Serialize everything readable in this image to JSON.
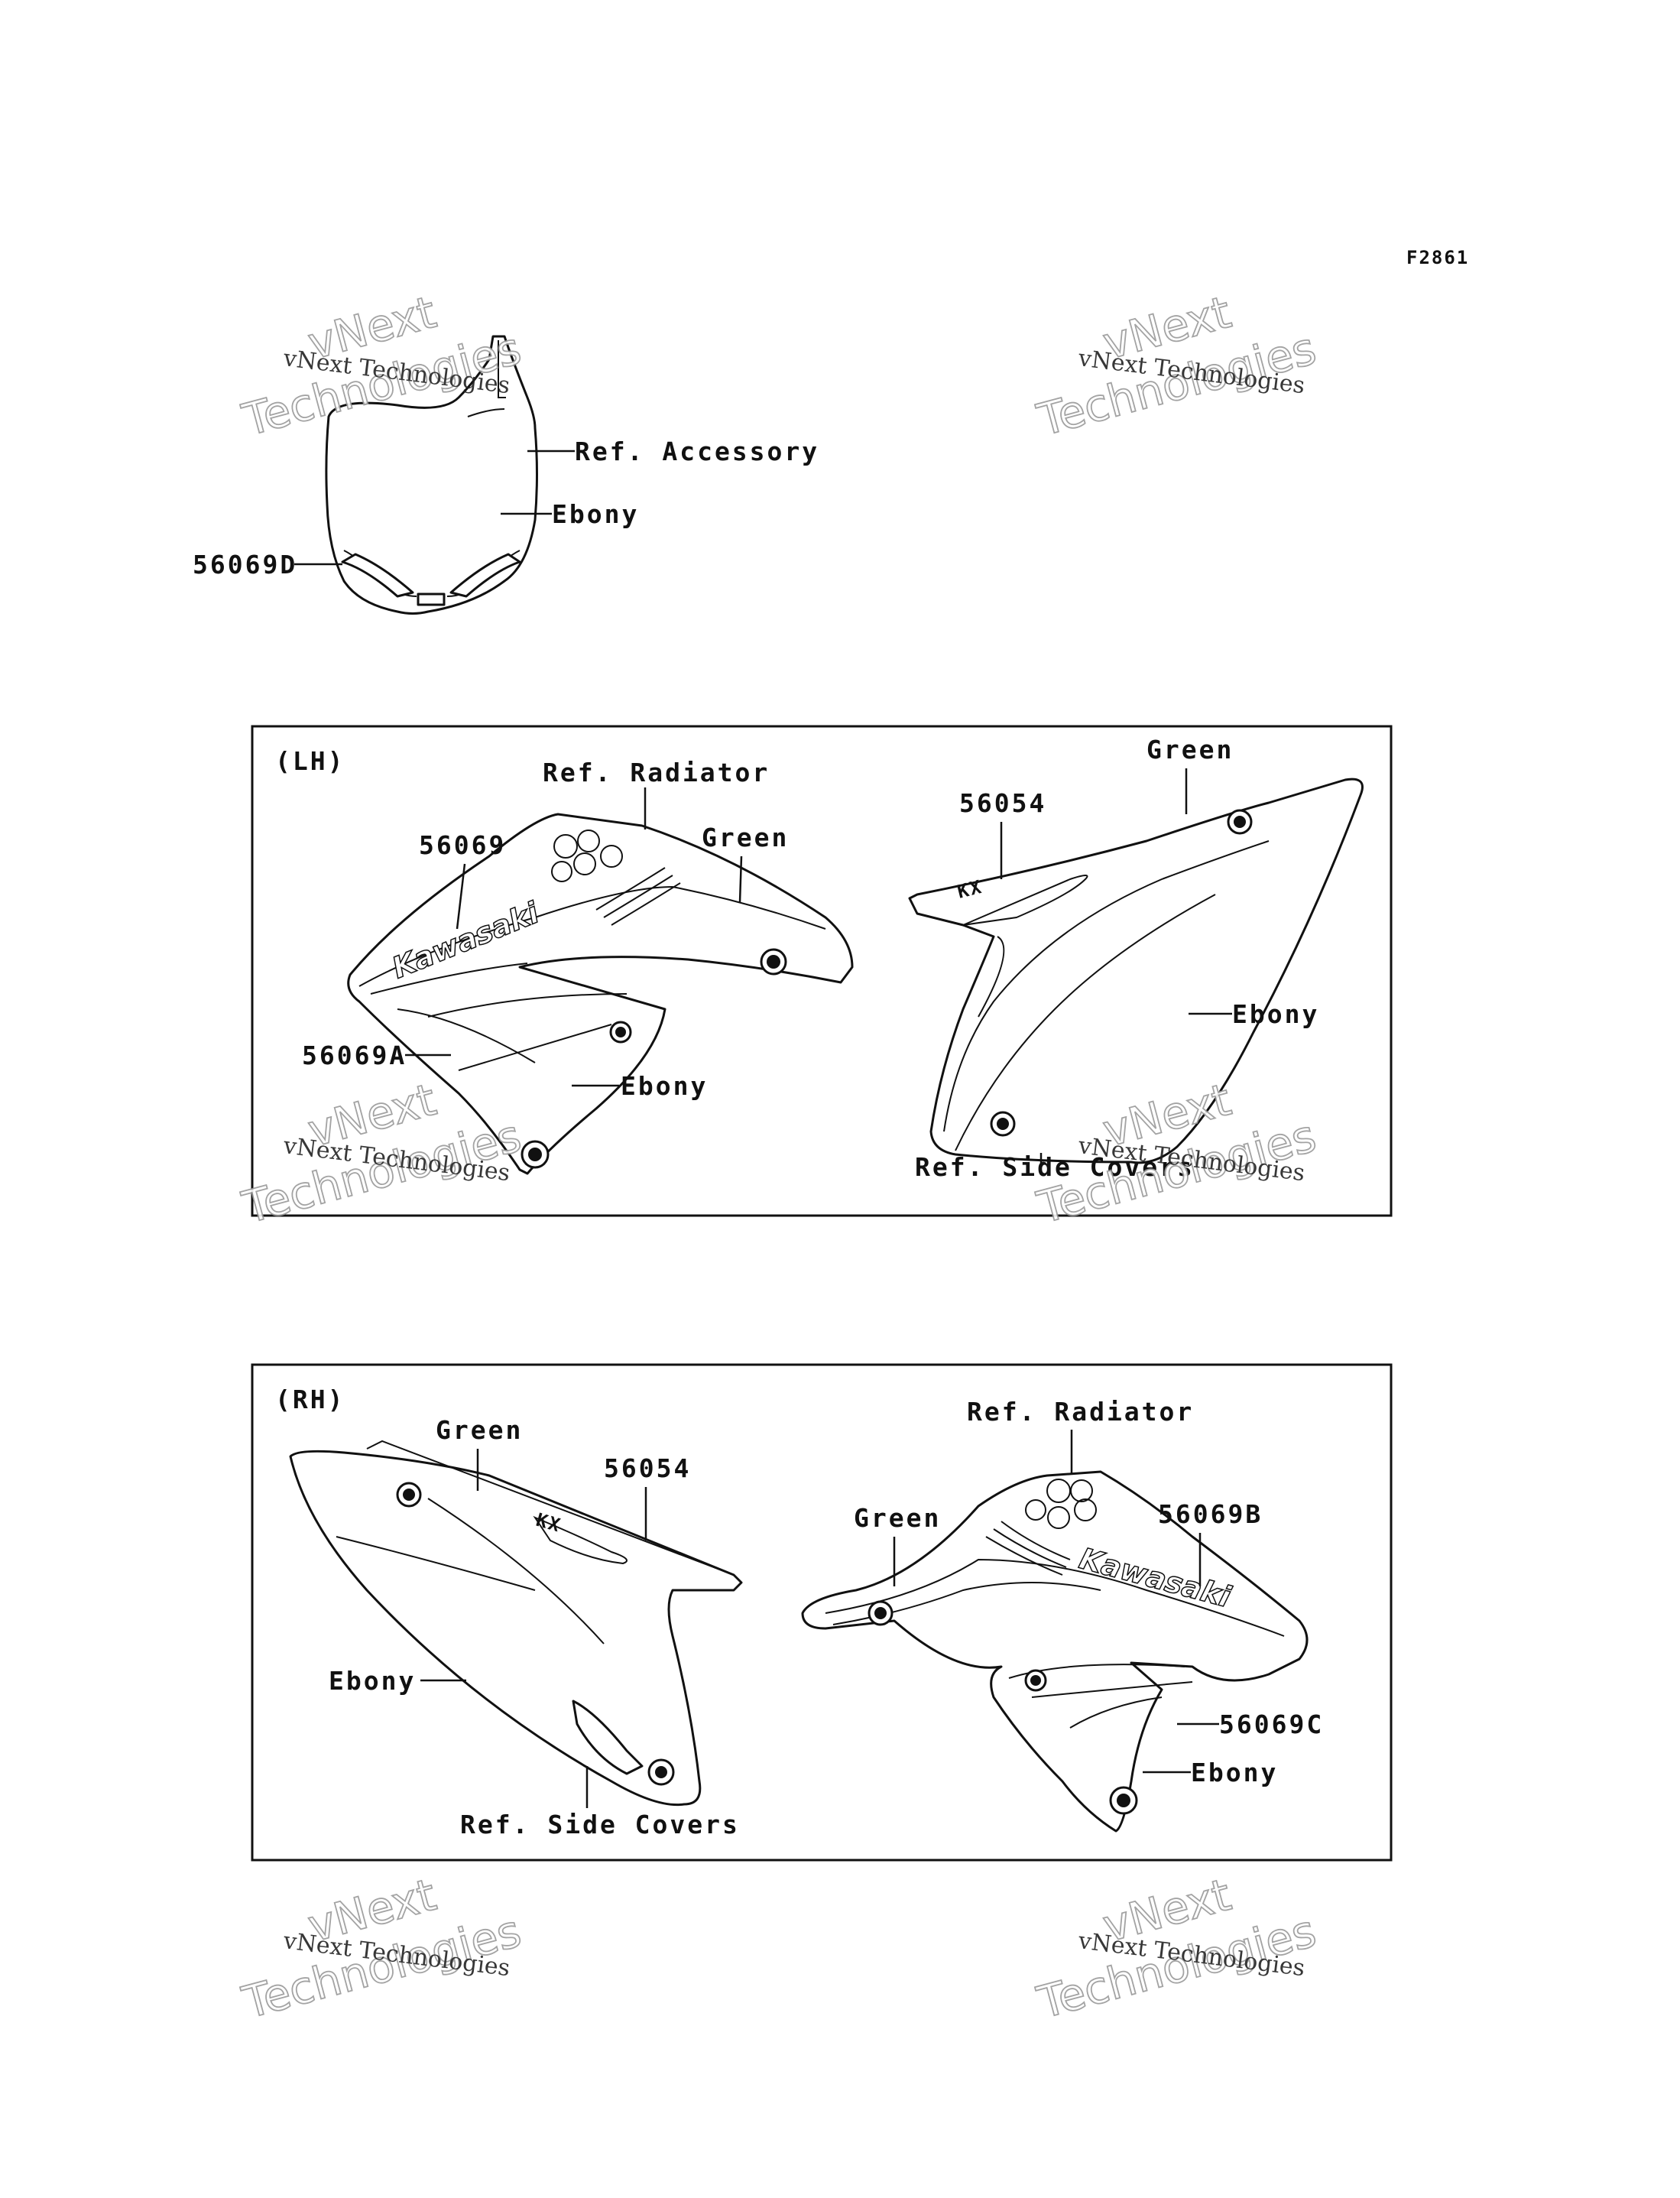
{
  "figure_code": "F2861",
  "watermark": {
    "line1": "vNext Technologies",
    "line2": "vNext",
    "line3": "Technologies"
  },
  "front_plate": {
    "ref_accessory": "Ref. Accessory",
    "ebony": "Ebony",
    "part_number": "56069D"
  },
  "lh_panel": {
    "side_label": "(LH)",
    "ref_radiator": "Ref. Radiator",
    "shroud_part": "56069",
    "shroud_color": "Green",
    "lower_part": "56069A",
    "lower_color": "Ebony",
    "side_cover_color_top": "Green",
    "side_cover_part": "56054",
    "side_cover_color": "Ebony",
    "ref_side_covers": "Ref. Side Covers"
  },
  "rh_panel": {
    "side_label": "(RH)",
    "side_cover_color_top": "Green",
    "side_cover_part": "56054",
    "side_cover_color": "Ebony",
    "ref_side_covers": "Ref. Side Covers",
    "ref_radiator": "Ref. Radiator",
    "shroud_color": "Green",
    "shroud_part": "56069B",
    "lower_part": "56069C",
    "lower_color": "Ebony"
  },
  "decal_text": {
    "brand": "Kawasaki",
    "model": "KX"
  }
}
